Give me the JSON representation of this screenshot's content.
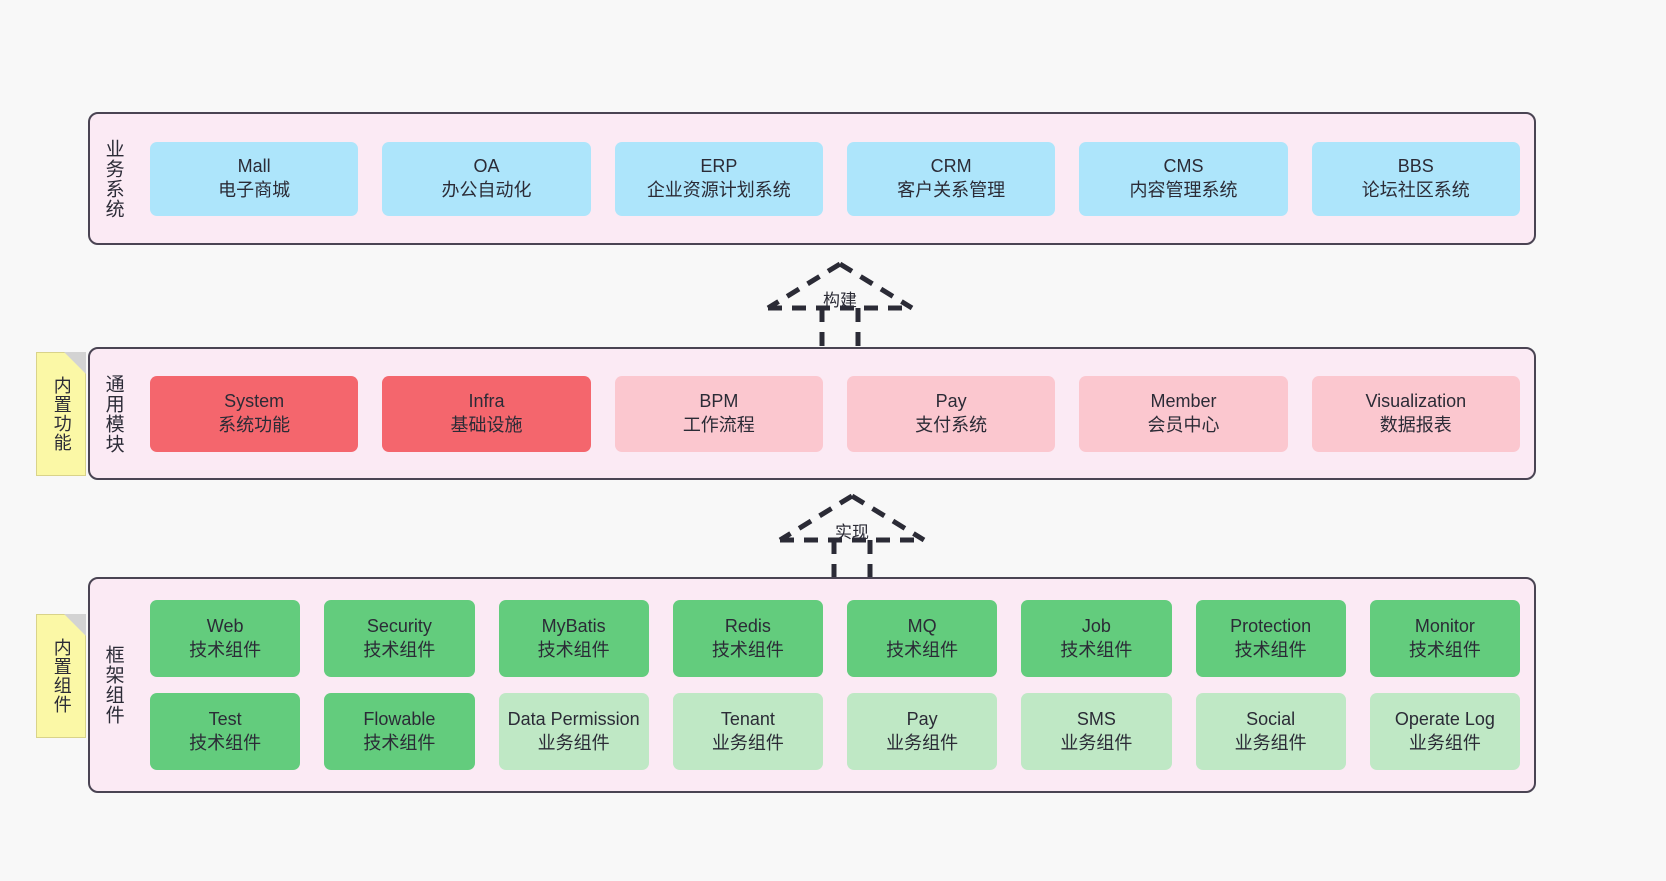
{
  "diagram": {
    "title": "",
    "background": "#f8f8f8",
    "palette": {
      "layer_fill": "#fbeaf4",
      "layer_border": "#4a4453",
      "blue": "#ade5fb",
      "red": "#f4666d",
      "pink": "#fbc7cf",
      "green": "#63cc7d",
      "light_green": "#bfe8c5",
      "note_yellow": "#fbf8a6",
      "note_fold": "#d3d3d3",
      "text": "#2b2b36"
    }
  },
  "notes": [
    {
      "id": "note-common",
      "label": "内置功能"
    },
    {
      "id": "note-framework",
      "label": "内置组件"
    }
  ],
  "arrows": [
    {
      "id": "arrow-build",
      "label": "构建",
      "style": "dashed-generalization-up"
    },
    {
      "id": "arrow-realize",
      "label": "实现",
      "style": "dashed-generalization-up"
    }
  ],
  "layers": [
    {
      "id": "layer-business",
      "title": "业务系统",
      "rows": [
        [
          {
            "en": "Mall",
            "cn": "电子商城",
            "color": "blue"
          },
          {
            "en": "OA",
            "cn": "办公自动化",
            "color": "blue"
          },
          {
            "en": "ERP",
            "cn": "企业资源计划系统",
            "color": "blue"
          },
          {
            "en": "CRM",
            "cn": "客户关系管理",
            "color": "blue"
          },
          {
            "en": "CMS",
            "cn": "内容管理系统",
            "color": "blue"
          },
          {
            "en": "BBS",
            "cn": "论坛社区系统",
            "color": "blue"
          }
        ]
      ]
    },
    {
      "id": "layer-common",
      "title": "通用模块",
      "rows": [
        [
          {
            "en": "System",
            "cn": "系统功能",
            "color": "red"
          },
          {
            "en": "Infra",
            "cn": "基础设施",
            "color": "red"
          },
          {
            "en": "BPM",
            "cn": "工作流程",
            "color": "pink"
          },
          {
            "en": "Pay",
            "cn": "支付系统",
            "color": "pink"
          },
          {
            "en": "Member",
            "cn": "会员中心",
            "color": "pink"
          },
          {
            "en": "Visualization",
            "cn": "数据报表",
            "color": "pink"
          }
        ]
      ]
    },
    {
      "id": "layer-framework",
      "title": "框架组件",
      "rows": [
        [
          {
            "en": "Web",
            "cn": "技术组件",
            "color": "green"
          },
          {
            "en": "Security",
            "cn": "技术组件",
            "color": "green"
          },
          {
            "en": "MyBatis",
            "cn": "技术组件",
            "color": "green"
          },
          {
            "en": "Redis",
            "cn": "技术组件",
            "color": "green"
          },
          {
            "en": "MQ",
            "cn": "技术组件",
            "color": "green"
          },
          {
            "en": "Job",
            "cn": "技术组件",
            "color": "green"
          },
          {
            "en": "Protection",
            "cn": "技术组件",
            "color": "green"
          },
          {
            "en": "Monitor",
            "cn": "技术组件",
            "color": "green"
          }
        ],
        [
          {
            "en": "Test",
            "cn": "技术组件",
            "color": "green"
          },
          {
            "en": "Flowable",
            "cn": "技术组件",
            "color": "green"
          },
          {
            "en": "Data Permission",
            "cn": "业务组件",
            "color": "light_green"
          },
          {
            "en": "Tenant",
            "cn": "业务组件",
            "color": "light_green"
          },
          {
            "en": "Pay",
            "cn": "业务组件",
            "color": "light_green"
          },
          {
            "en": "SMS",
            "cn": "业务组件",
            "color": "light_green"
          },
          {
            "en": "Social",
            "cn": "业务组件",
            "color": "light_green"
          },
          {
            "en": "Operate Log",
            "cn": "业务组件",
            "color": "light_green"
          }
        ]
      ]
    }
  ]
}
